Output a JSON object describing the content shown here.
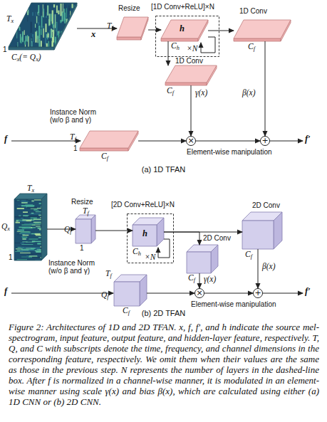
{
  "diagram": {
    "caption": "Figure 2: Architectures of 1D and 2D TFAN. x, f, f′, and h indicate the source mel-spectrogram, input feature, output feature, and hidden-layer feature, respectively. T, Q, and C with subscripts denote the time, frequency, and channel dimensions in the corresponding feature, respectively. We omit them when their values are the same as those in the previous step. N represents the number of layers in the dashed-line box. After f is normalized in a channel-wise manner, it is modulated in an element-wise manner using scale γ(x) and bias β(x), which are calculated using either (a) 1D CNN or (b) 2D CNN.",
    "nodes": [
      {
        "text": [
          "Tx",
          "1",
          "Cx(= Qx)"
        ]
      },
      {
        "text": [
          "Resize",
          "Tf"
        ]
      },
      {
        "text": [
          "[1D Conv+ReLU]×N",
          "×N"
        ]
      },
      {
        "text": [
          "h",
          "Ch"
        ],
        "in": 2
      },
      {
        "text": [
          "Cf"
        ]
      },
      {
        "text": [
          "Cf"
        ]
      },
      {
        "text": [
          "Tf",
          "1",
          "Cf"
        ]
      },
      {
        "text": [
          "×"
        ]
      },
      {
        "text": [
          "+"
        ]
      },
      {
        "text": [
          "Tx",
          "Qx",
          "1"
        ]
      },
      {
        "text": [
          "Resize",
          "Tf",
          "Qf",
          "1"
        ]
      },
      {
        "text": [
          "[2D Conv+ReLU]×N",
          "×N"
        ]
      },
      {
        "text": [
          "h",
          "Ch"
        ],
        "in": 11
      },
      {
        "text": [
          "Cf"
        ]
      },
      {
        "text": [
          "Cf"
        ]
      },
      {
        "text": [
          "Tf",
          "Qf",
          "Cf"
        ]
      },
      {
        "text": [
          "×"
        ]
      },
      {
        "text": [
          "+"
        ]
      }
    ],
    "edges": [
      {
        "from": 0,
        "to": 1,
        "arrow": "to",
        "label": "x"
      },
      {
        "from": 1,
        "to": 3,
        "arrow": "to"
      },
      {
        "from": 3,
        "to": 4,
        "arrow": "to",
        "label": "1D Conv"
      },
      {
        "from": 3,
        "to": 5,
        "arrow": "to",
        "label": "1D Conv"
      },
      {
        "from": 5,
        "to": 7,
        "arrow": "to",
        "label": "γ(x)"
      },
      {
        "from": 4,
        "to": 8,
        "arrow": "to",
        "label": "β(x)"
      },
      {
        "from": 6,
        "to": 7,
        "arrow": "to"
      },
      {
        "from": 7,
        "to": 8,
        "arrow": "to"
      },
      {
        "from": 9,
        "to": 10,
        "arrow": "to"
      },
      {
        "from": 10,
        "to": 12,
        "arrow": "to"
      },
      {
        "from": 12,
        "to": 13,
        "arrow": "to",
        "label": "2D Conv"
      },
      {
        "from": 12,
        "to": 14,
        "arrow": "to",
        "label": "2D Conv"
      },
      {
        "from": 14,
        "to": 16,
        "arrow": "to",
        "label": "γ(x)"
      },
      {
        "from": 13,
        "to": 17,
        "arrow": "to",
        "label": "β(x)"
      },
      {
        "from": 15,
        "to": 16,
        "arrow": "to"
      },
      {
        "from": 16,
        "to": 17,
        "arrow": "to"
      }
    ],
    "labels": [
      "Instance Norm (w/o β and γ)",
      "f",
      "f′",
      "Element-wise manipulation",
      "(a) 1D TFAN",
      "Instance Norm (w/o β and γ)",
      "f",
      "f′",
      "Element-wise manipulation",
      "(b) 2D TFAN"
    ]
  }
}
